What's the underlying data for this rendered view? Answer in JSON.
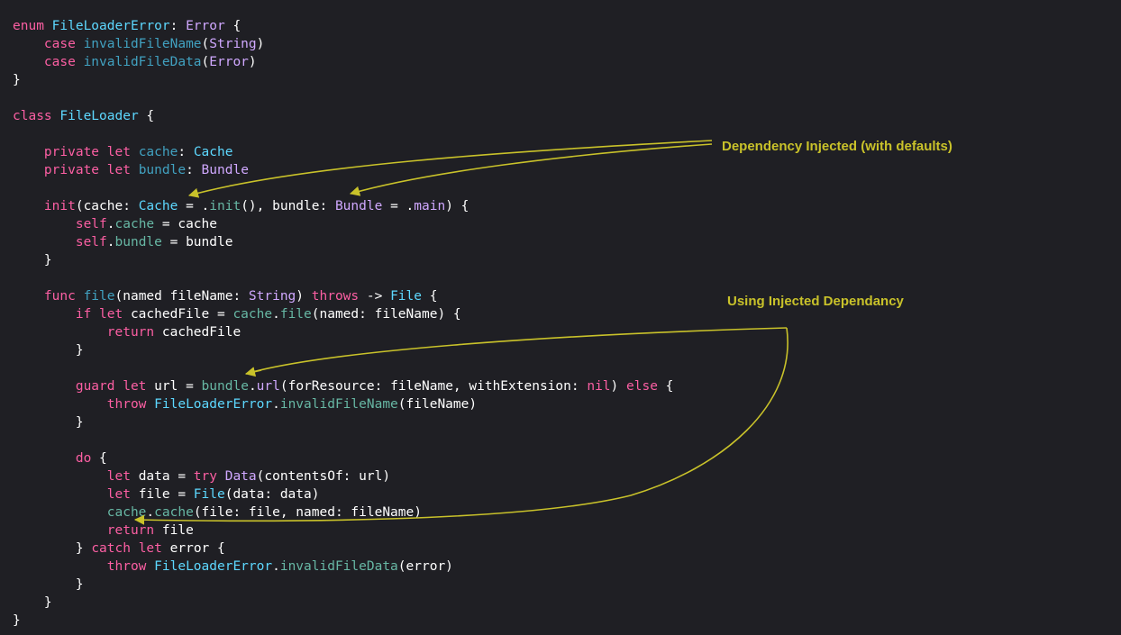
{
  "colors": {
    "background": "#1f1f24",
    "keyword": "#fc5fa3",
    "type": "#5dd8ff",
    "system_type": "#d0a8ff",
    "member": "#67b7a4",
    "declaration": "#41a1c0",
    "plain": "#ffffff",
    "annotation": "#c9c22a"
  },
  "annotations": {
    "dependency_injected": "Dependency Injected (with defaults)",
    "using_injected": "Using Injected Dependancy"
  },
  "code_lines": [
    [
      [
        "k",
        "enum "
      ],
      [
        "t",
        "FileLoaderError"
      ],
      [
        "w",
        ": "
      ],
      [
        "p",
        "Error"
      ],
      [
        "w",
        " {"
      ]
    ],
    [
      [
        "w",
        "    "
      ],
      [
        "k",
        "case "
      ],
      [
        "n",
        "invalidFileName"
      ],
      [
        "w",
        "("
      ],
      [
        "p",
        "String"
      ],
      [
        "w",
        ")"
      ]
    ],
    [
      [
        "w",
        "    "
      ],
      [
        "k",
        "case "
      ],
      [
        "n",
        "invalidFileData"
      ],
      [
        "w",
        "("
      ],
      [
        "p",
        "Error"
      ],
      [
        "w",
        ")"
      ]
    ],
    [
      [
        "w",
        "}"
      ]
    ],
    [],
    [
      [
        "k",
        "class "
      ],
      [
        "t",
        "FileLoader"
      ],
      [
        "w",
        " {"
      ]
    ],
    [],
    [
      [
        "w",
        "    "
      ],
      [
        "k",
        "private let "
      ],
      [
        "n",
        "cache"
      ],
      [
        "w",
        ": "
      ],
      [
        "t",
        "Cache"
      ]
    ],
    [
      [
        "w",
        "    "
      ],
      [
        "k",
        "private let "
      ],
      [
        "n",
        "bundle"
      ],
      [
        "w",
        ": "
      ],
      [
        "p",
        "Bundle"
      ]
    ],
    [],
    [
      [
        "w",
        "    "
      ],
      [
        "k",
        "init"
      ],
      [
        "w",
        "(cache: "
      ],
      [
        "t",
        "Cache"
      ],
      [
        "w",
        " = ."
      ],
      [
        "m",
        "init"
      ],
      [
        "w",
        "(), bundle: "
      ],
      [
        "p",
        "Bundle"
      ],
      [
        "w",
        " = ."
      ],
      [
        "p",
        "main"
      ],
      [
        "w",
        ") {"
      ]
    ],
    [
      [
        "w",
        "        "
      ],
      [
        "k",
        "self"
      ],
      [
        "w",
        "."
      ],
      [
        "m",
        "cache"
      ],
      [
        "w",
        " = cache"
      ]
    ],
    [
      [
        "w",
        "        "
      ],
      [
        "k",
        "self"
      ],
      [
        "w",
        "."
      ],
      [
        "m",
        "bundle"
      ],
      [
        "w",
        " = bundle"
      ]
    ],
    [
      [
        "w",
        "    }"
      ]
    ],
    [],
    [
      [
        "w",
        "    "
      ],
      [
        "k",
        "func "
      ],
      [
        "n",
        "file"
      ],
      [
        "w",
        "(named fileName: "
      ],
      [
        "p",
        "String"
      ],
      [
        "w",
        ") "
      ],
      [
        "k",
        "throws"
      ],
      [
        "w",
        " -> "
      ],
      [
        "t",
        "File"
      ],
      [
        "w",
        " {"
      ]
    ],
    [
      [
        "w",
        "        "
      ],
      [
        "k",
        "if let "
      ],
      [
        "w",
        "cachedFile = "
      ],
      [
        "m",
        "cache"
      ],
      [
        "w",
        "."
      ],
      [
        "m",
        "file"
      ],
      [
        "w",
        "(named: fileName) {"
      ]
    ],
    [
      [
        "w",
        "            "
      ],
      [
        "k",
        "return "
      ],
      [
        "w",
        "cachedFile"
      ]
    ],
    [
      [
        "w",
        "        }"
      ]
    ],
    [],
    [
      [
        "w",
        "        "
      ],
      [
        "k",
        "guard let "
      ],
      [
        "w",
        "url = "
      ],
      [
        "m",
        "bundle"
      ],
      [
        "w",
        "."
      ],
      [
        "p",
        "url"
      ],
      [
        "w",
        "(forResource: fileName, withExtension: "
      ],
      [
        "k",
        "nil"
      ],
      [
        "w",
        ") "
      ],
      [
        "k",
        "else"
      ],
      [
        "w",
        " {"
      ]
    ],
    [
      [
        "w",
        "            "
      ],
      [
        "k",
        "throw "
      ],
      [
        "t",
        "FileLoaderError"
      ],
      [
        "w",
        "."
      ],
      [
        "m",
        "invalidFileName"
      ],
      [
        "w",
        "(fileName)"
      ]
    ],
    [
      [
        "w",
        "        }"
      ]
    ],
    [],
    [
      [
        "w",
        "        "
      ],
      [
        "k",
        "do"
      ],
      [
        "w",
        " {"
      ]
    ],
    [
      [
        "w",
        "            "
      ],
      [
        "k",
        "let "
      ],
      [
        "w",
        "data = "
      ],
      [
        "k",
        "try "
      ],
      [
        "p",
        "Data"
      ],
      [
        "w",
        "(contentsOf: url)"
      ]
    ],
    [
      [
        "w",
        "            "
      ],
      [
        "k",
        "let "
      ],
      [
        "w",
        "file = "
      ],
      [
        "t",
        "File"
      ],
      [
        "w",
        "(data: data)"
      ]
    ],
    [
      [
        "w",
        "            "
      ],
      [
        "m",
        "cache"
      ],
      [
        "w",
        "."
      ],
      [
        "m",
        "cache"
      ],
      [
        "w",
        "(file: file, named: fileName)"
      ]
    ],
    [
      [
        "w",
        "            "
      ],
      [
        "k",
        "return "
      ],
      [
        "w",
        "file"
      ]
    ],
    [
      [
        "w",
        "        } "
      ],
      [
        "k",
        "catch let "
      ],
      [
        "w",
        "error {"
      ]
    ],
    [
      [
        "w",
        "            "
      ],
      [
        "k",
        "throw "
      ],
      [
        "t",
        "FileLoaderError"
      ],
      [
        "w",
        "."
      ],
      [
        "m",
        "invalidFileData"
      ],
      [
        "w",
        "(error)"
      ]
    ],
    [
      [
        "w",
        "        }"
      ]
    ],
    [
      [
        "w",
        "    }"
      ]
    ],
    [
      [
        "w",
        "}"
      ]
    ]
  ]
}
